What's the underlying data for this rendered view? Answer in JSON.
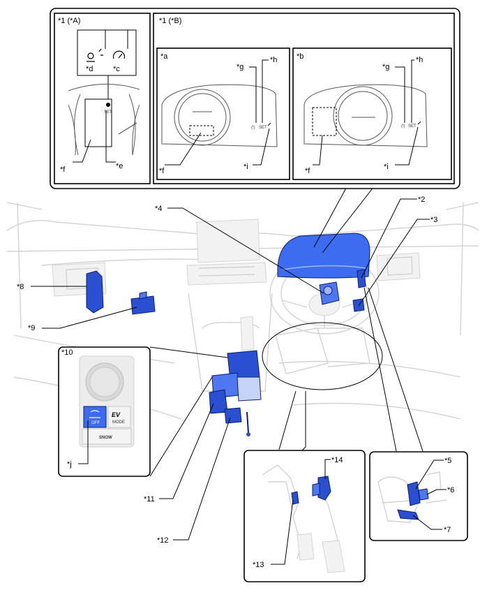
{
  "figure": {
    "inset_A": {
      "title": "*1 (*A)",
      "callouts": [
        "*d",
        "*c",
        "*f",
        "*e"
      ]
    },
    "inset_B": {
      "title": "*1 (*B)",
      "panel_a": {
        "title": "*a",
        "callouts": [
          "*g",
          "*h",
          "*f",
          "*i"
        ]
      },
      "panel_b": {
        "title": "*b",
        "callouts": [
          "*g",
          "*h",
          "*f",
          "*i"
        ]
      }
    },
    "callouts": {
      "c2": "*2",
      "c3": "*3",
      "c4": "*4",
      "c5": "*5",
      "c6": "*6",
      "c7": "*7",
      "c8": "*8",
      "c9": "*9",
      "c10": "*10",
      "c11": "*11",
      "c12": "*12",
      "c13": "*13",
      "c14": "*14",
      "cj": "*j"
    },
    "switch_panel": {
      "snow_label": "SNOW",
      "ev_label": "EV",
      "mode_label": "MODE",
      "off_label": "OFF"
    },
    "cluster_marks": {
      "set_label": "SET"
    },
    "colors": {
      "component_blue": "#2a4fd0",
      "cluster_blue": "#3c6cf0",
      "ghost_gray": "#d2d2d2"
    }
  }
}
